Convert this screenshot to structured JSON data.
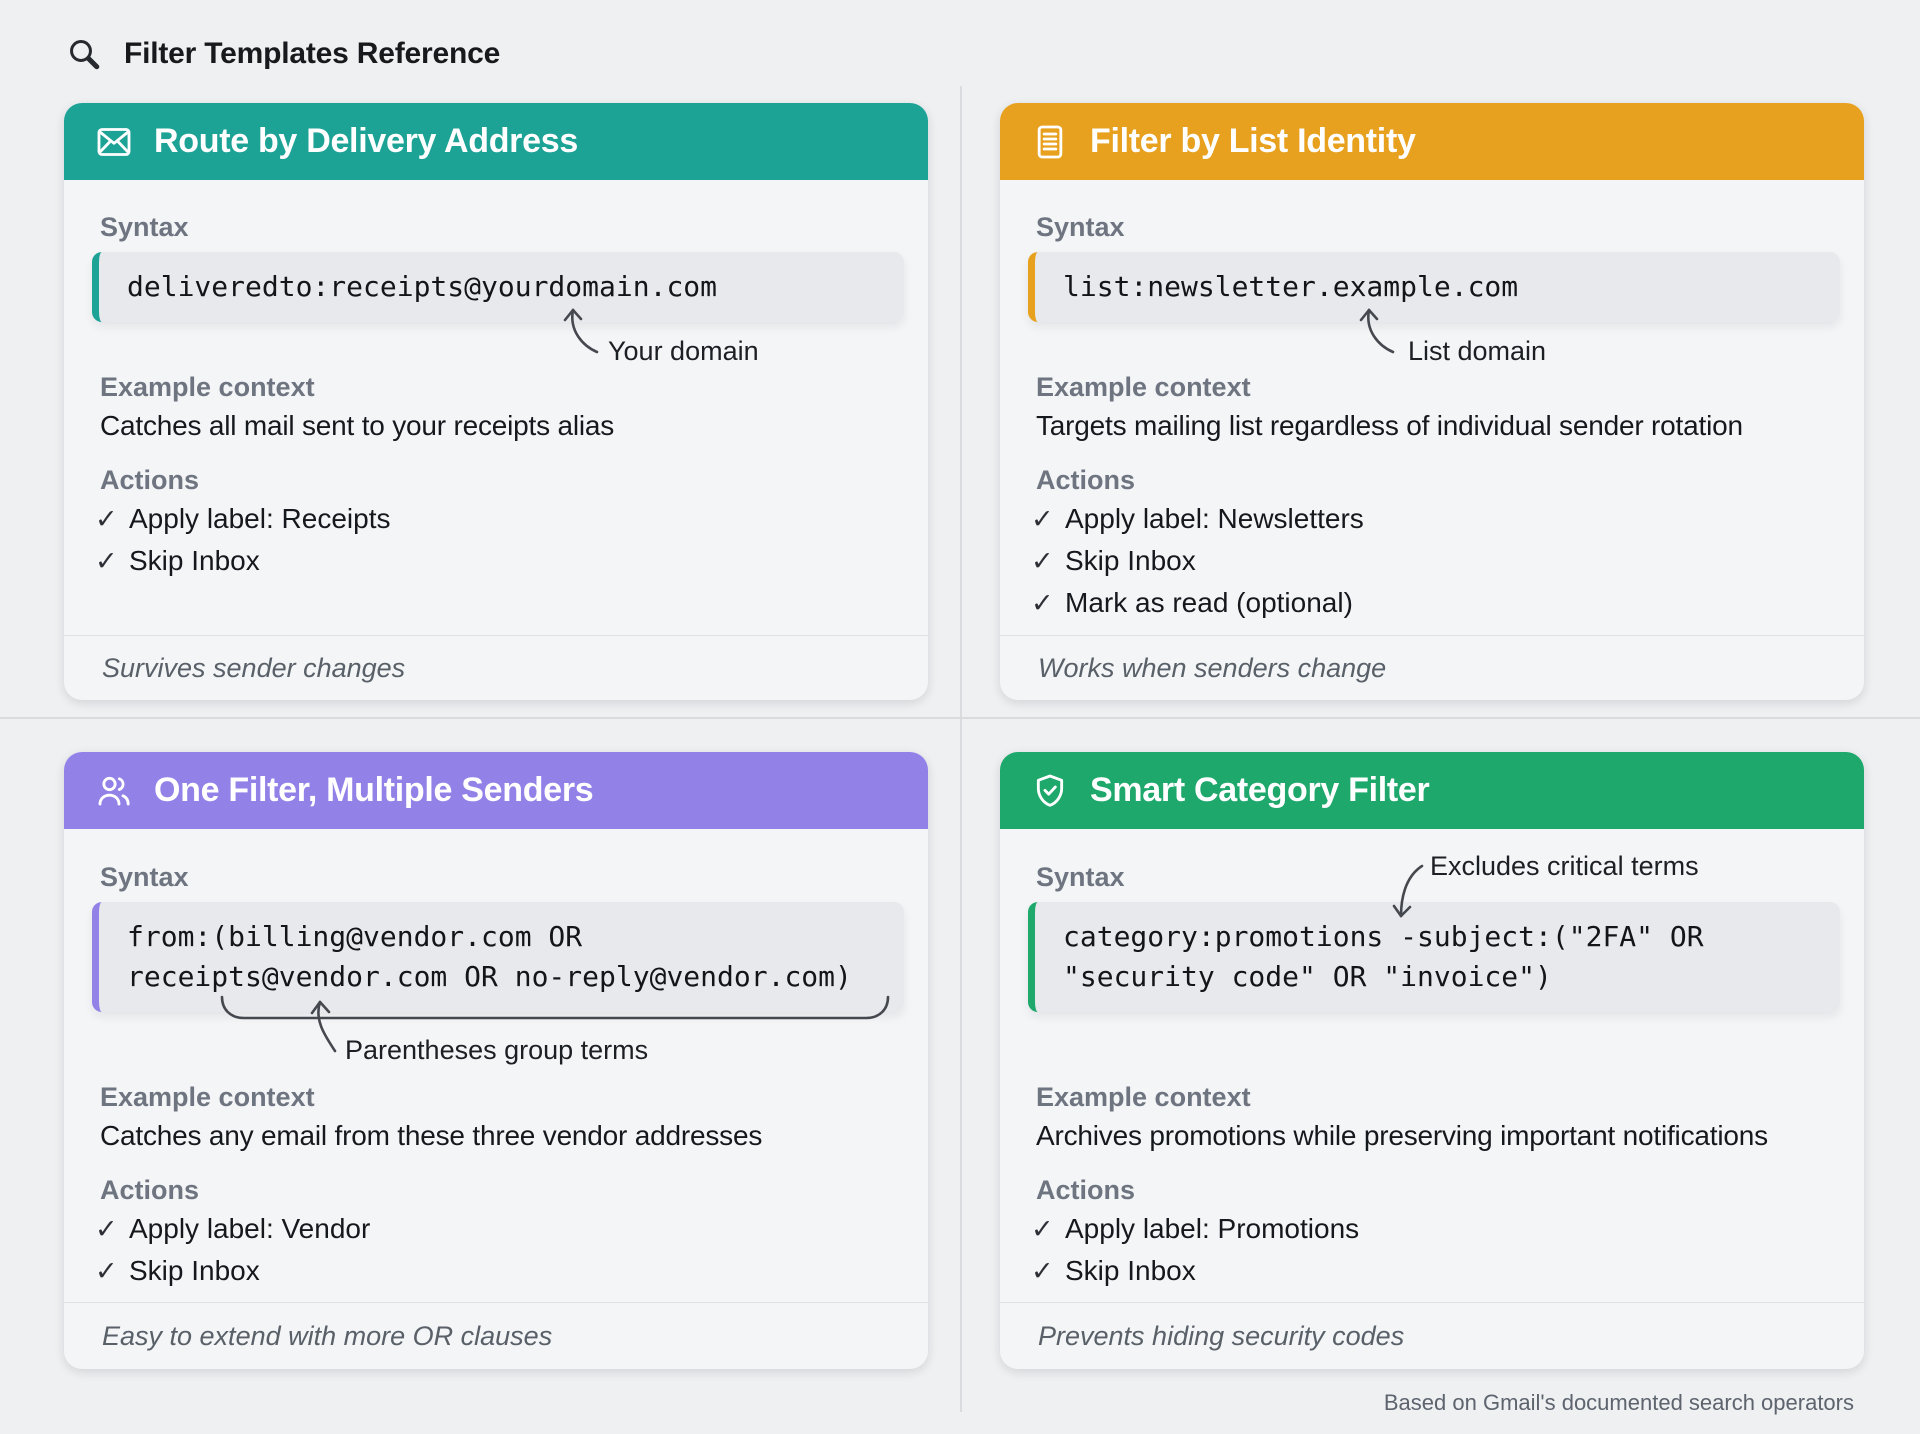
{
  "page": {
    "title": "Filter Templates Reference",
    "attribution": "Based on Gmail's documented search operators"
  },
  "labels": {
    "syntax": "Syntax",
    "example_context": "Example context",
    "actions": "Actions",
    "check": "✓"
  },
  "cards": [
    {
      "title": "Route by Delivery Address",
      "icon": "envelope-icon",
      "accent": "#1da296",
      "code_lines": [
        "deliveredto:receipts@yourdomain.com"
      ],
      "annotation": "Your domain",
      "context": "Catches all mail sent to your receipts alias",
      "actions": [
        "Apply label: Receipts",
        "Skip Inbox"
      ],
      "footer": "Survives sender changes"
    },
    {
      "title": "Filter by List Identity",
      "icon": "list-document-icon",
      "accent": "#e7a11f",
      "code_lines": [
        "list:newsletter.example.com"
      ],
      "annotation": "List domain",
      "context": "Targets mailing list regardless of individual sender rotation",
      "actions": [
        "Apply label: Newsletters",
        "Skip Inbox",
        "Mark as read (optional)"
      ],
      "footer": "Works when senders change"
    },
    {
      "title": "One Filter, Multiple Senders",
      "icon": "users-icon",
      "accent": "#9282e8",
      "code_lines": [
        "from:(billing@vendor.com OR",
        "receipts@vendor.com OR no-reply@vendor.com)"
      ],
      "annotation": "Parentheses group terms",
      "context": "Catches any email from these three vendor addresses",
      "actions": [
        "Apply label: Vendor",
        "Skip Inbox"
      ],
      "footer": "Easy to extend with more OR clauses"
    },
    {
      "title": "Smart Category Filter",
      "icon": "shield-check-icon",
      "accent": "#1ea86b",
      "code_lines": [
        "category:promotions -subject:(\"2FA\" OR",
        "\"security code\" OR \"invoice\")"
      ],
      "annotation": "Excludes critical terms",
      "context": "Archives promotions while preserving important notifications",
      "actions": [
        "Apply label: Promotions",
        "Skip Inbox"
      ],
      "footer": "Prevents hiding security codes"
    }
  ]
}
